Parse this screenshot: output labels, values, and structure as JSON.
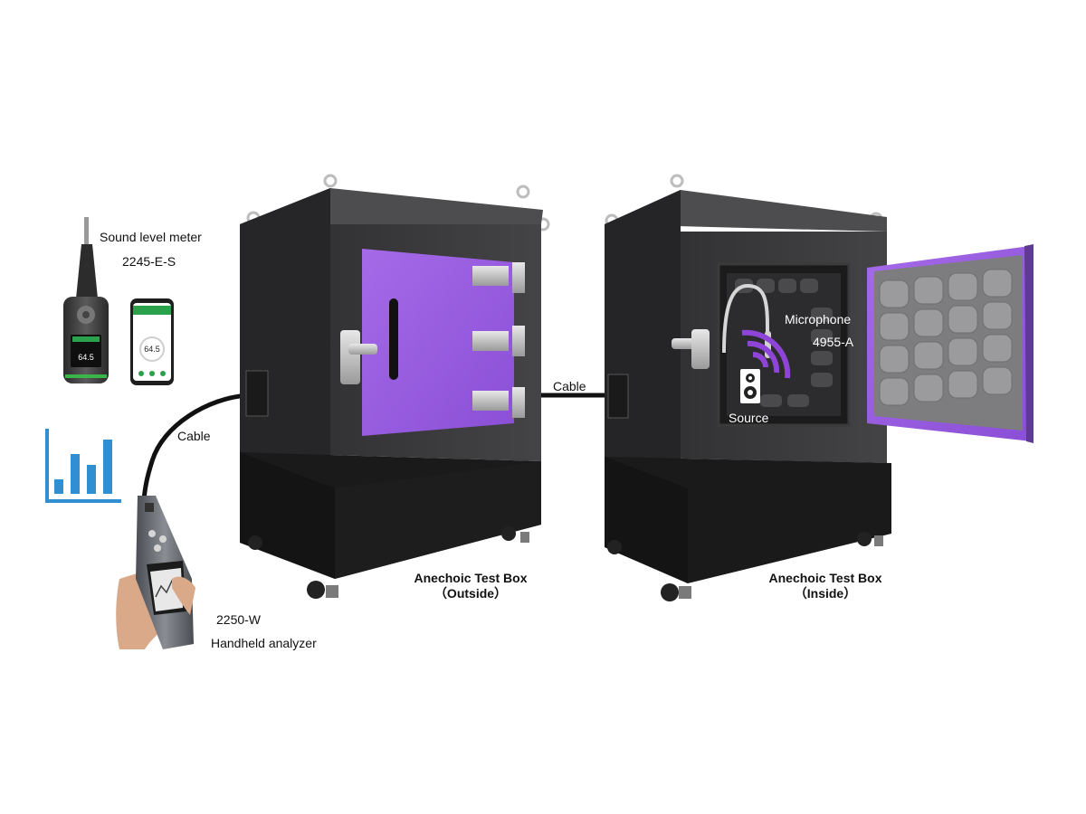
{
  "labels": {
    "sound_level_meter_title": "Sound level meter",
    "sound_level_meter_model": "2245-E-S",
    "cable_left": "Cable",
    "cable_middle": "Cable",
    "analyzer_model": "2250-W",
    "analyzer_title": "Handheld analyzer",
    "microphone_title": "Microphone",
    "microphone_model": "4955-A",
    "source": "Source",
    "box_outside_title": "Anechoic Test Box",
    "box_outside_sub": "（Outside）",
    "box_inside_title": "Anechoic Test Box",
    "box_inside_sub": "（Inside）"
  },
  "device_readings": {
    "meter_display": "64.5",
    "phone_display": "64.5"
  },
  "colors": {
    "door_purple": "#9a5ee0",
    "box_body": "#3a3a3c",
    "box_base": "#1c1c1d",
    "foam": "#8a8a8c",
    "chart_icon_blue": "#2f8fd0",
    "wave_purple": "#8e44d6"
  },
  "icons": [
    "bar-chart-icon",
    "speaker-icon",
    "wifi-wave-icon"
  ]
}
